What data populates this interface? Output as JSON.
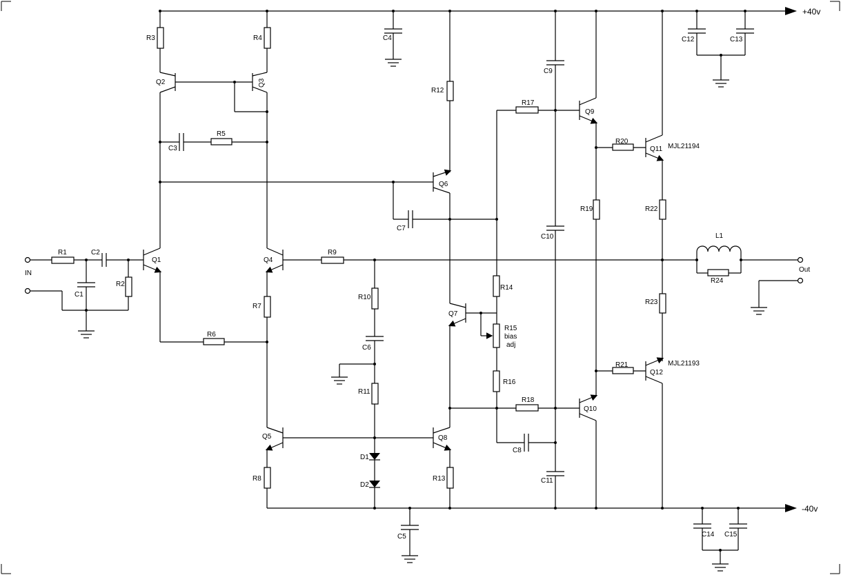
{
  "rails": {
    "positive": "+40v",
    "negative": "-40v"
  },
  "io": {
    "input": "IN",
    "output": "Out"
  },
  "resistors": [
    "R1",
    "R2",
    "R3",
    "R4",
    "R5",
    "R6",
    "R7",
    "R8",
    "R9",
    "R10",
    "R11",
    "R12",
    "R13",
    "R14",
    "R15",
    "R16",
    "R17",
    "R18",
    "R19",
    "R20",
    "R21",
    "R22",
    "R23",
    "R24"
  ],
  "capacitors": [
    "C1",
    "C2",
    "C3",
    "C4",
    "C5",
    "C6",
    "C7",
    "C8",
    "C9",
    "C10",
    "C11",
    "C12",
    "C13",
    "C14",
    "C15"
  ],
  "transistors": [
    "Q1",
    "Q2",
    "Q3",
    "Q4",
    "Q5",
    "Q6",
    "Q7",
    "Q8",
    "Q9",
    "Q10",
    "Q11",
    "Q12"
  ],
  "diodes": [
    "D1",
    "D2"
  ],
  "inductor": "L1",
  "bias": {
    "line1": "bias",
    "line2": "adj"
  },
  "parts": {
    "q11": "MJL21194",
    "q12": "MJL21193"
  }
}
